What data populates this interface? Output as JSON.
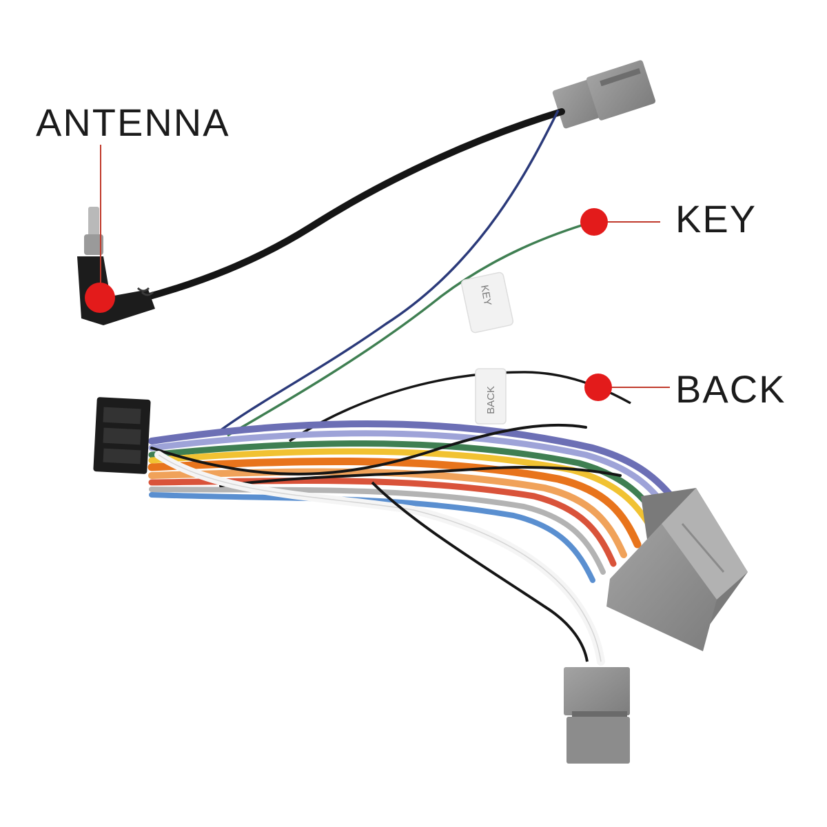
{
  "callouts": {
    "antenna": {
      "label": "ANTENNA"
    },
    "key": {
      "label": "KEY"
    },
    "back": {
      "label": "BACK"
    }
  },
  "wire_tags": {
    "key": "KEY",
    "back": "BACK"
  },
  "colors": {
    "marker": "#e31b1b",
    "leader": "#c0392b",
    "connector_gray": "#8f8f8f",
    "plug_black": "#1c1c1c",
    "wire_black": "#151515",
    "wire_blue": "#2b3a7a",
    "wire_green": "#3f7f52",
    "wire_orange": "#e8741c",
    "wire_white": "#f2f2f2"
  }
}
